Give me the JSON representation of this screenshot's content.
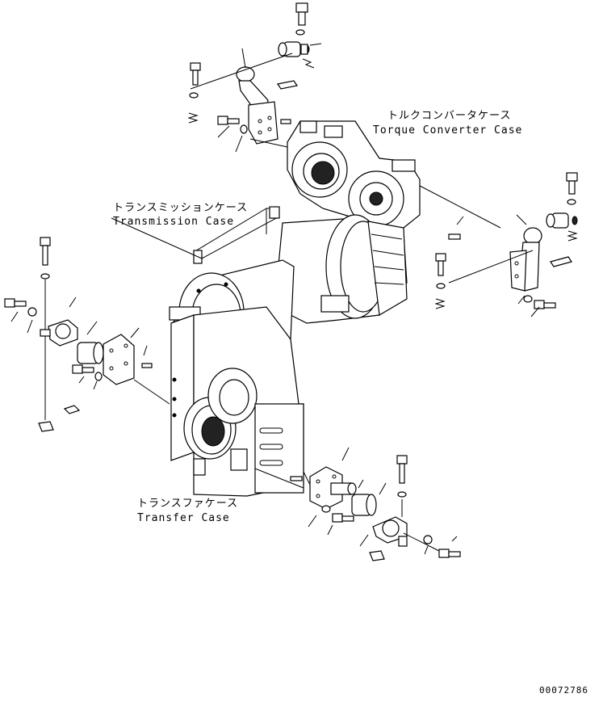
{
  "labels": {
    "torque_converter_jp": "トルクコンバータケース",
    "torque_converter_en": "Torque Converter Case",
    "transmission_jp": "トランスミッションケース",
    "transmission_en": "Transmission Case",
    "transfer_jp": "トランスファケース",
    "transfer_en": "Transfer Case"
  },
  "drawing_number": "00072786"
}
